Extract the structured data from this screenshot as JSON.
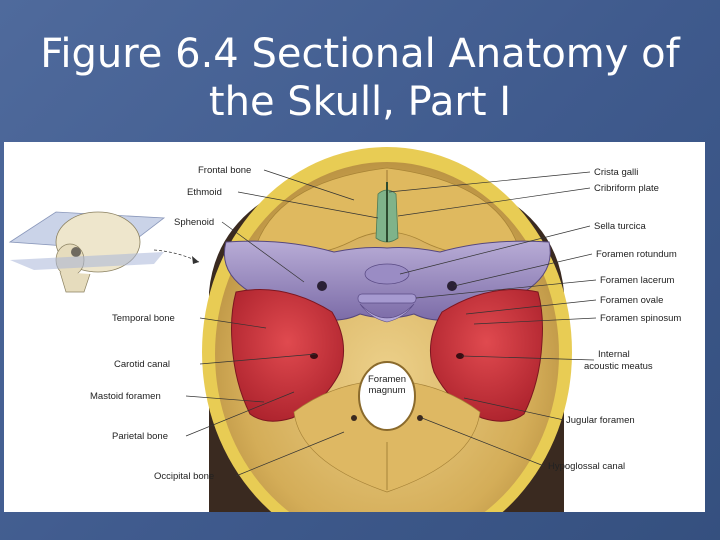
{
  "slide": {
    "title_line1": "Figure 6.4  Sectional Anatomy of",
    "title_line2": "the Skull, Part I",
    "background_color": "#4a6599"
  },
  "figure": {
    "labels_left": {
      "frontal_bone": "Frontal bone",
      "ethmoid": "Ethmoid",
      "sphenoid": "Sphenoid",
      "temporal_bone": "Temporal bone",
      "carotid_canal": "Carotid canal",
      "mastoid_foramen": "Mastoid foramen",
      "parietal_bone": "Parietal bone",
      "occipital_bone": "Occipital bone"
    },
    "labels_right": {
      "crista_galli": "Crista galli",
      "cribriform_plate": "Cribriform plate",
      "sella_turcica": "Sella turcica",
      "foramen_rotundum": "Foramen rotundum",
      "foramen_lacerum": "Foramen lacerum",
      "foramen_ovale": "Foramen ovale",
      "foramen_spinosum": "Foramen spinosum",
      "internal_acoustic_meatus_1": "Internal",
      "internal_acoustic_meatus_2": "acoustic meatus",
      "jugular_foramen": "Jugular foramen",
      "hypoglossal_canal": "Hypoglossal canal"
    },
    "labels_center": {
      "foramen_magnum_1": "Foramen",
      "foramen_magnum_2": "magnum"
    },
    "colors": {
      "bone": "#d9b560",
      "sphenoid": "#8e7fb8",
      "temporal": "#c8323a",
      "ethmoid": "#7fb38a",
      "skull_rim": "#e8cc54"
    }
  }
}
